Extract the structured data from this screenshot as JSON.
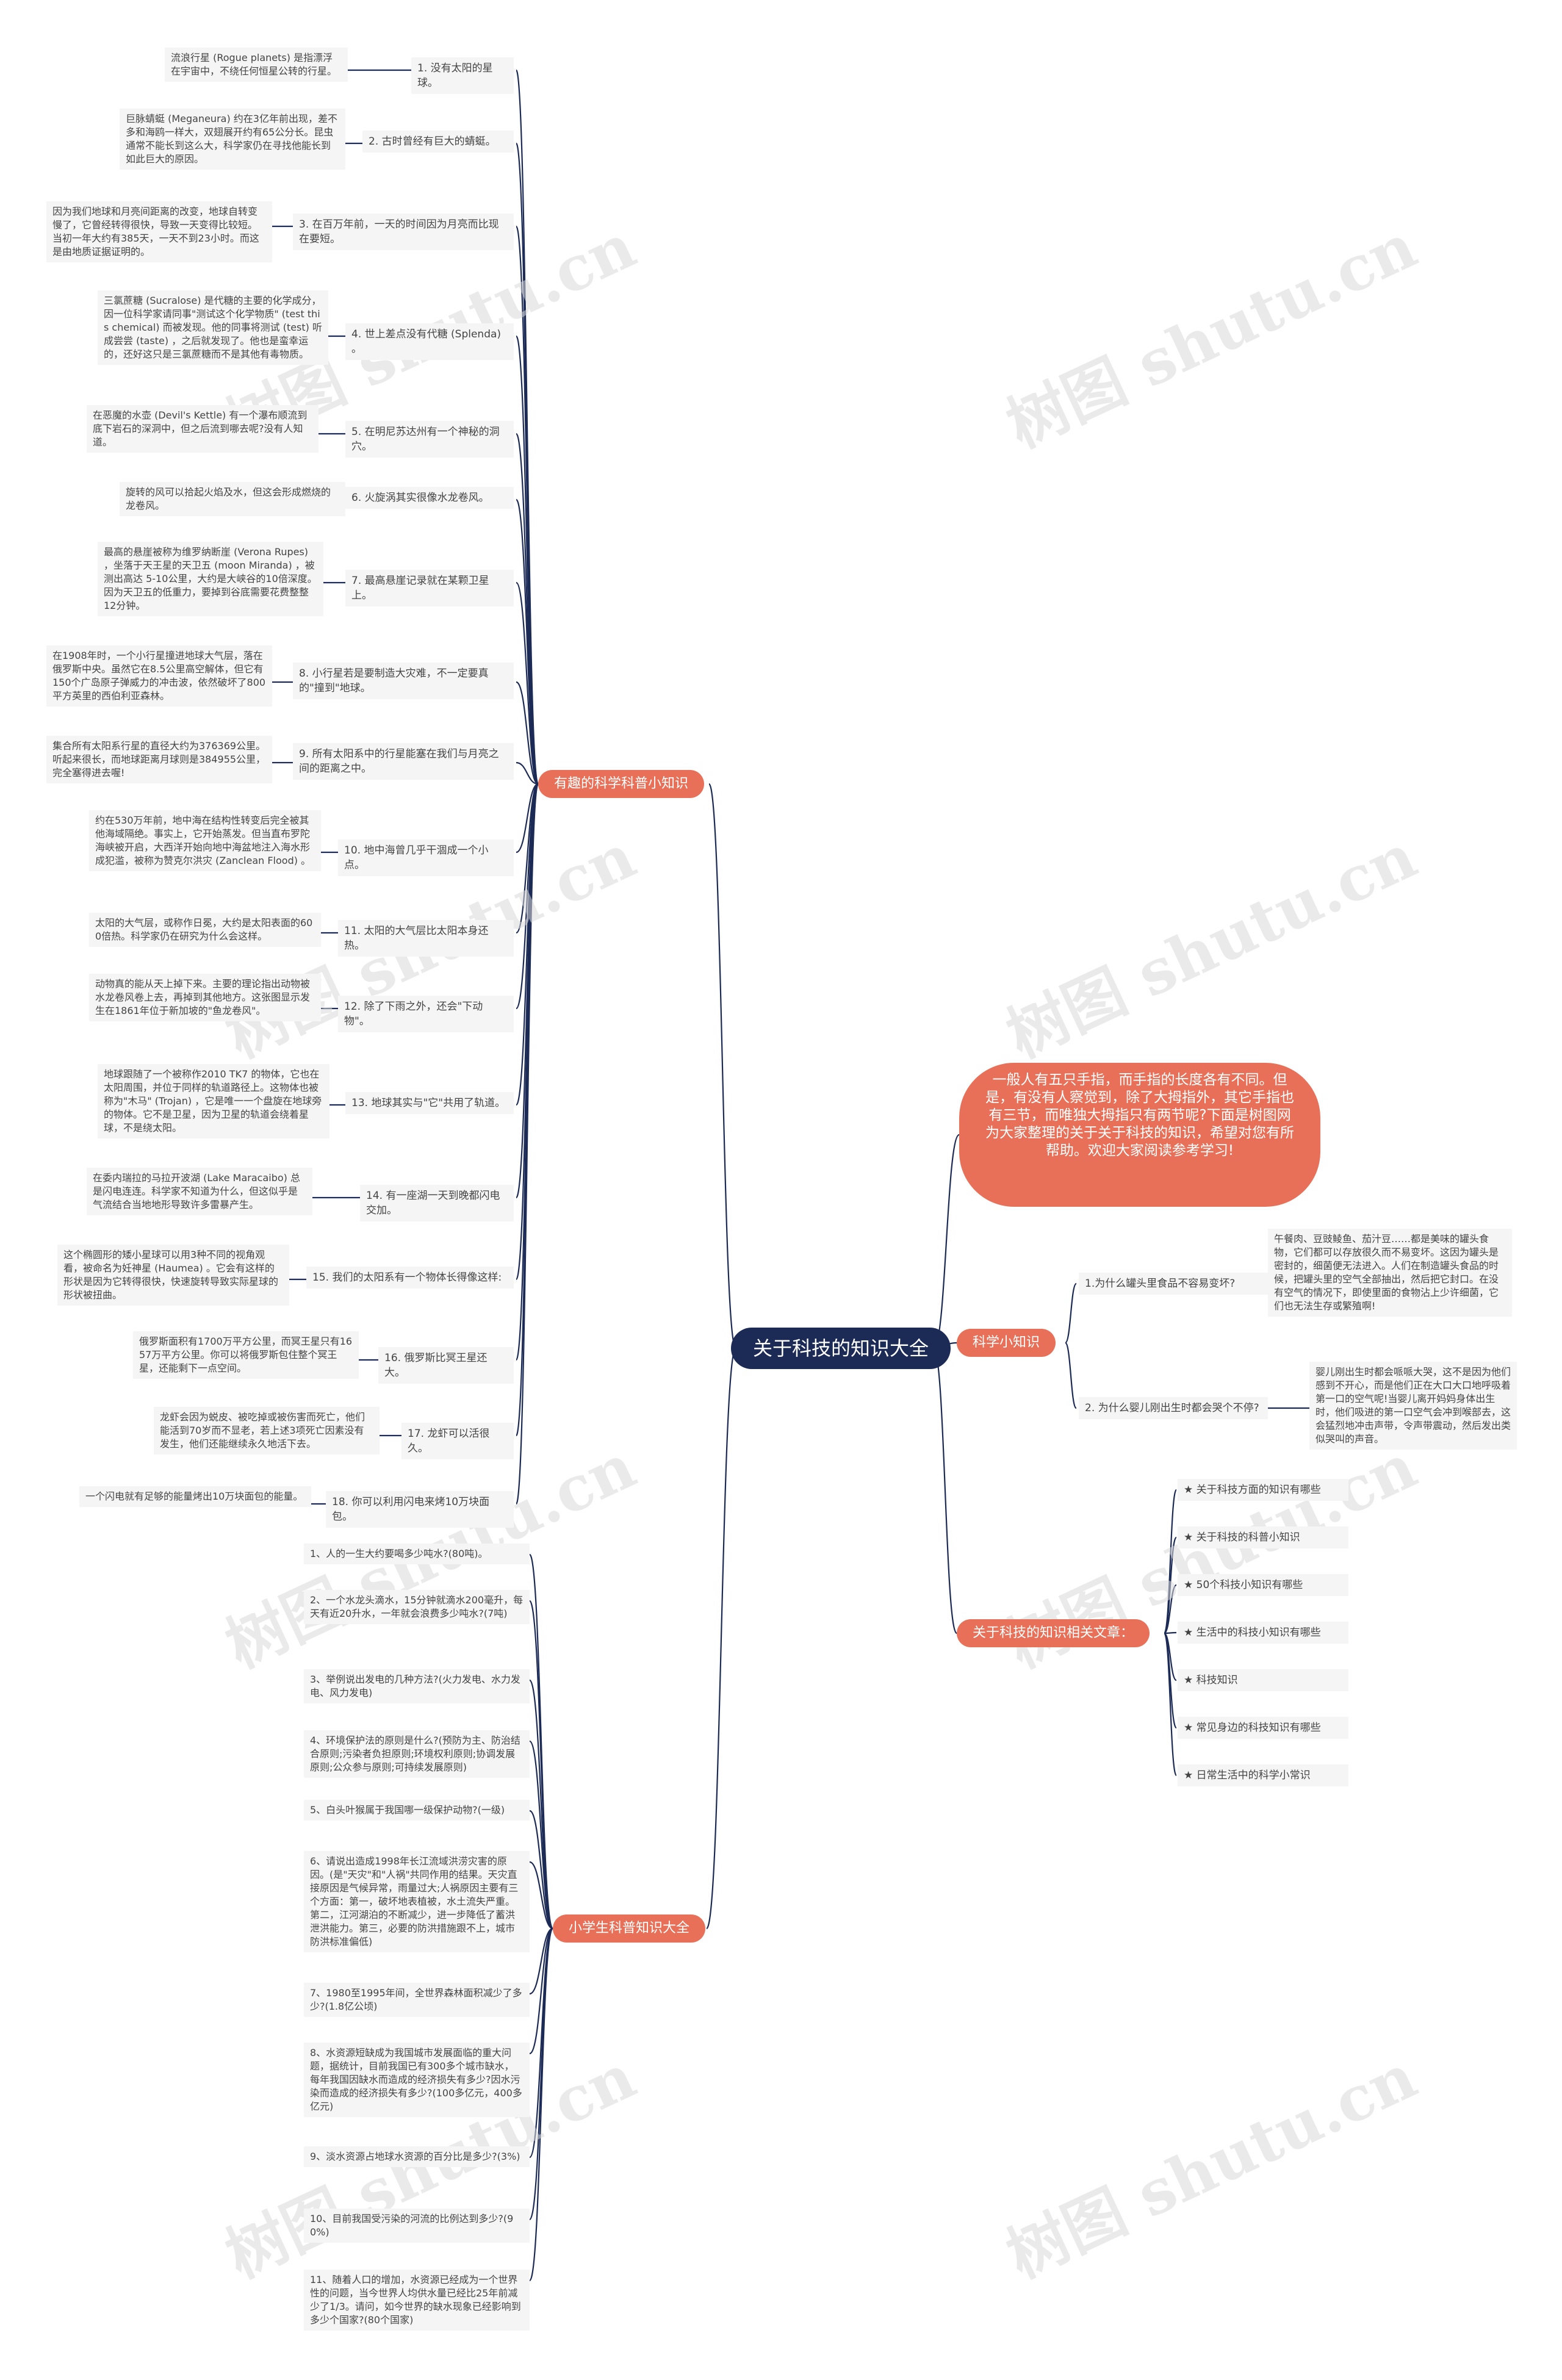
{
  "root": "关于科技的知识大全",
  "intro": "一般人有五只手指，而手指的长度各有不同。但是，有没有人察觉到，除了大拇指外，其它手指也有三节，而唯独大拇指只有两节呢?下面是树图网为大家整理的关于关于科技的知识，希望对您有所帮助。欢迎大家阅读参考学习!",
  "watermark": "树图 shutu.cn",
  "branches": {
    "b1": "有趣的科学科普小知识",
    "b2": "科学小知识",
    "b3": "关于科技的知识相关文章：",
    "b4": "小学生科普知识大全"
  },
  "facts": [
    {
      "label": "1. 没有太阳的星球。",
      "detail": "流浪行星 (Rogue planets) 是指漂浮在宇宙中，不绕任何恒星公转的行星。"
    },
    {
      "label": "2. 古时曾经有巨大的蜻蜓。",
      "detail": "巨脉蜻蜓 (Meganeura) 约在3亿年前出现，差不多和海鸥一样大，双翅展开约有65公分长。昆虫通常不能长到这么大，科学家仍在寻找他能长到如此巨大的原因。"
    },
    {
      "label": "3. 在百万年前，一天的时间因为月亮而比现在要短。",
      "detail": "因为我们地球和月亮间距离的改变，地球自转变慢了，它曾经转得很快，导致一天变得比较短。当初一年大约有385天，一天不到23小时。而这是由地质证据证明的。"
    },
    {
      "label": "4. 世上差点没有代糖 (Splenda) 。",
      "detail": "三氯蔗糖 (Sucralose) 是代糖的主要的化学成分，因一位科学家请同事\"测试这个化学物质\" (test this chemical) 而被发现。他的同事将测试 (test) 听成尝尝 (taste) ，之后就发现了。他也是蛮幸运的，还好这只是三氯蔗糖而不是其他有毒物质。"
    },
    {
      "label": "5. 在明尼苏达州有一个神秘的洞穴。",
      "detail": "在恶魔的水壶 (Devil's Kettle) 有一个瀑布顺流到底下岩石的深洞中，但之后流到哪去呢?没有人知道。"
    },
    {
      "label": "6. 火旋涡其实很像水龙卷风。",
      "detail": "旋转的风可以拾起火焰及水，但这会形成燃烧的龙卷风。"
    },
    {
      "label": "7. 最高悬崖记录就在某颗卫星上。",
      "detail": "最高的悬崖被称为维罗纳断崖 (Verona Rupes) ，坐落于天王星的天卫五 (moon Miranda) ，被测出高达 5-10公里，大约是大峡谷的10倍深度。因为天卫五的低重力，要掉到谷底需要花费整整 12分钟。"
    },
    {
      "label": "8. 小行星若是要制造大灾难，不一定要真的\"撞到\"地球。",
      "detail": "在1908年时，一个小行星撞进地球大气层，落在俄罗斯中央。虽然它在8.5公里高空解体，但它有150个广岛原子弹威力的冲击波，依然破坏了800平方英里的西伯利亚森林。"
    },
    {
      "label": "9. 所有太阳系中的行星能塞在我们与月亮之间的距离之中。",
      "detail": "集合所有太阳系行星的直径大约为376369公里。听起来很长，而地球距离月球则是384955公里，完全塞得进去喔!"
    },
    {
      "label": "10. 地中海曾几乎干涸成一个小点。",
      "detail": "约在530万年前，地中海在结构性转变后完全被其他海域隔绝。事实上，它开始蒸发。但当直布罗陀海峡被开启，大西洋开始向地中海盆地注入海水形成犯滥，被称为赞克尔洪灾 (Zanclean Flood) 。"
    },
    {
      "label": "11. 太阳的大气层比太阳本身还热。",
      "detail": "太阳的大气层，或称作日冕，大约是太阳表面的600倍热。科学家仍在研究为什么会这样。"
    },
    {
      "label": "12. 除了下雨之外，还会\"下动物\"。",
      "detail": "动物真的能从天上掉下来。主要的理论指出动物被水龙卷风卷上去，再掉到其他地方。这张图显示发生在1861年位于新加坡的\"鱼龙卷风\"。"
    },
    {
      "label": "13. 地球其实与\"它\"共用了轨道。",
      "detail": "地球跟随了一个被称作2010 TK7 的物体，它也在太阳周围，并位于同样的轨道路径上。这物体也被称为\"木马\" (Trojan) ，它是唯一一个盘旋在地球旁的物体。它不是卫星，因为卫星的轨道会绕着星球，不是绕太阳。"
    },
    {
      "label": "14. 有一座湖一天到晚都闪电交加。",
      "detail": "在委内瑞拉的马拉开波湖 (Lake Maracaibo) 总是闪电连连。科学家不知道为什么，但这似乎是气流结合当地地形导致许多雷暴产生。"
    },
    {
      "label": "15. 我们的太阳系有一个物体长得像这样:",
      "detail": "这个椭圆形的矮小星球可以用3种不同的视角观看，被命名为妊神星 (Haumea) 。它会有这样的形状是因为它转得很快，快速旋转导致实际星球的形状被扭曲。"
    },
    {
      "label": "16. 俄罗斯比冥王星还大。",
      "detail": "俄罗斯面积有1700万平方公里，而冥王星只有1657万平方公里。你可以将俄罗斯包住整个冥王星，还能剩下一点空间。"
    },
    {
      "label": "17. 龙虾可以活很久。",
      "detail": "龙虾会因为蜕皮、被吃掉或被伤害而死亡，他们能活到70岁而不显老，若上述3项死亡因素没有发生，他们还能继续永久地活下去。"
    },
    {
      "label": "18. 你可以利用闪电来烤10万块面包。",
      "detail": "一个闪电就有足够的能量烤出10万块面包的能量。"
    }
  ],
  "qa": [
    {
      "q": "1.为什么罐头里食品不容易变坏?",
      "a": "午餐肉、豆豉鲮鱼、茄汁豆……都是美味的罐头食物，它们都可以存放很久而不易变坏。这因为罐头是密封的，细菌便无法进入。人们在制造罐头食品的时候，把罐头里的空气全部抽出，然后把它封口。在没有空气的情况下，即使里面的食物沾上少许细菌，它们也无法生存或繁殖啊!"
    },
    {
      "q": "2. 为什么婴儿刚出生时都会哭个不停?",
      "a": "婴儿刚出生时都会哌哌大哭，这不是因为他们感到不开心，而是他们正在大口大口地呼吸着第一口的空气呢!当婴儿离开妈妈身体出生时，他们吸进的第一口空气会冲到喉部去，这会猛烈地冲击声带，令声带震动，然后发出类似哭叫的声音。"
    }
  ],
  "articles": [
    "关于科技方面的知识有哪些",
    "关于科技的科普小知识",
    "50个科技小知识有哪些",
    "生活中的科技小知识有哪些",
    "科技知识",
    "常见身边的科技知识有哪些",
    "日常生活中的科学小常识"
  ],
  "quiz": [
    "1、人的一生大约要喝多少吨水?(80吨)。",
    "2、一个水龙头滴水，15分钟就滴水200毫升，每天有近20升水，一年就会浪费多少吨水?(7吨)",
    "3、举例说出发电的几种方法?(火力发电、水力发电、风力发电)",
    "4、环境保护法的原则是什么?(预防为主、防治结合原则;污染者负担原则;环境权利原则;协调发展原则;公众参与原则;可持续发展原则)",
    "5、白头叶猴属于我国哪一级保护动物?(一级)",
    "6、请说出造成1998年长江流域洪涝灾害的原因。(是\"天灾\"和\"人祸\"共同作用的结果。天灾直接原因是气候异常，雨量过大;人祸原因主要有三个方面：第一，破坏地表植被，水土流失严重。第二，江河湖泊的不断减少，进一步降低了蓄洪泄洪能力。第三，必要的防洪措施跟不上，城市防洪标准偏低)",
    "7、1980至1995年间，全世界森林面积减少了多少?(1.8亿公顷)",
    "8、水资源短缺成为我国城市发展面临的重大问题，据统计，目前我国已有300多个城市缺水，每年我国因缺水而造成的经济损失有多少?因水污染而造成的经济损失有多少?(100多亿元，400多亿元)",
    "9、淡水资源占地球水资源的百分比是多少?(3%)",
    "10、目前我国受污染的河流的比例达到多少?(90%)",
    "11、随着人口的增加，水资源已经成为一个世界性的问题，当今世界人均供水量已经比25年前减少了1/3。请问，如今世界的缺水现象已经影响到多少个国家?(80个国家)"
  ],
  "colors": {
    "root": "#1c2a56",
    "branch": "#e87058",
    "line": "#1c2a56",
    "leaf_bg": "#f5f5f5"
  }
}
